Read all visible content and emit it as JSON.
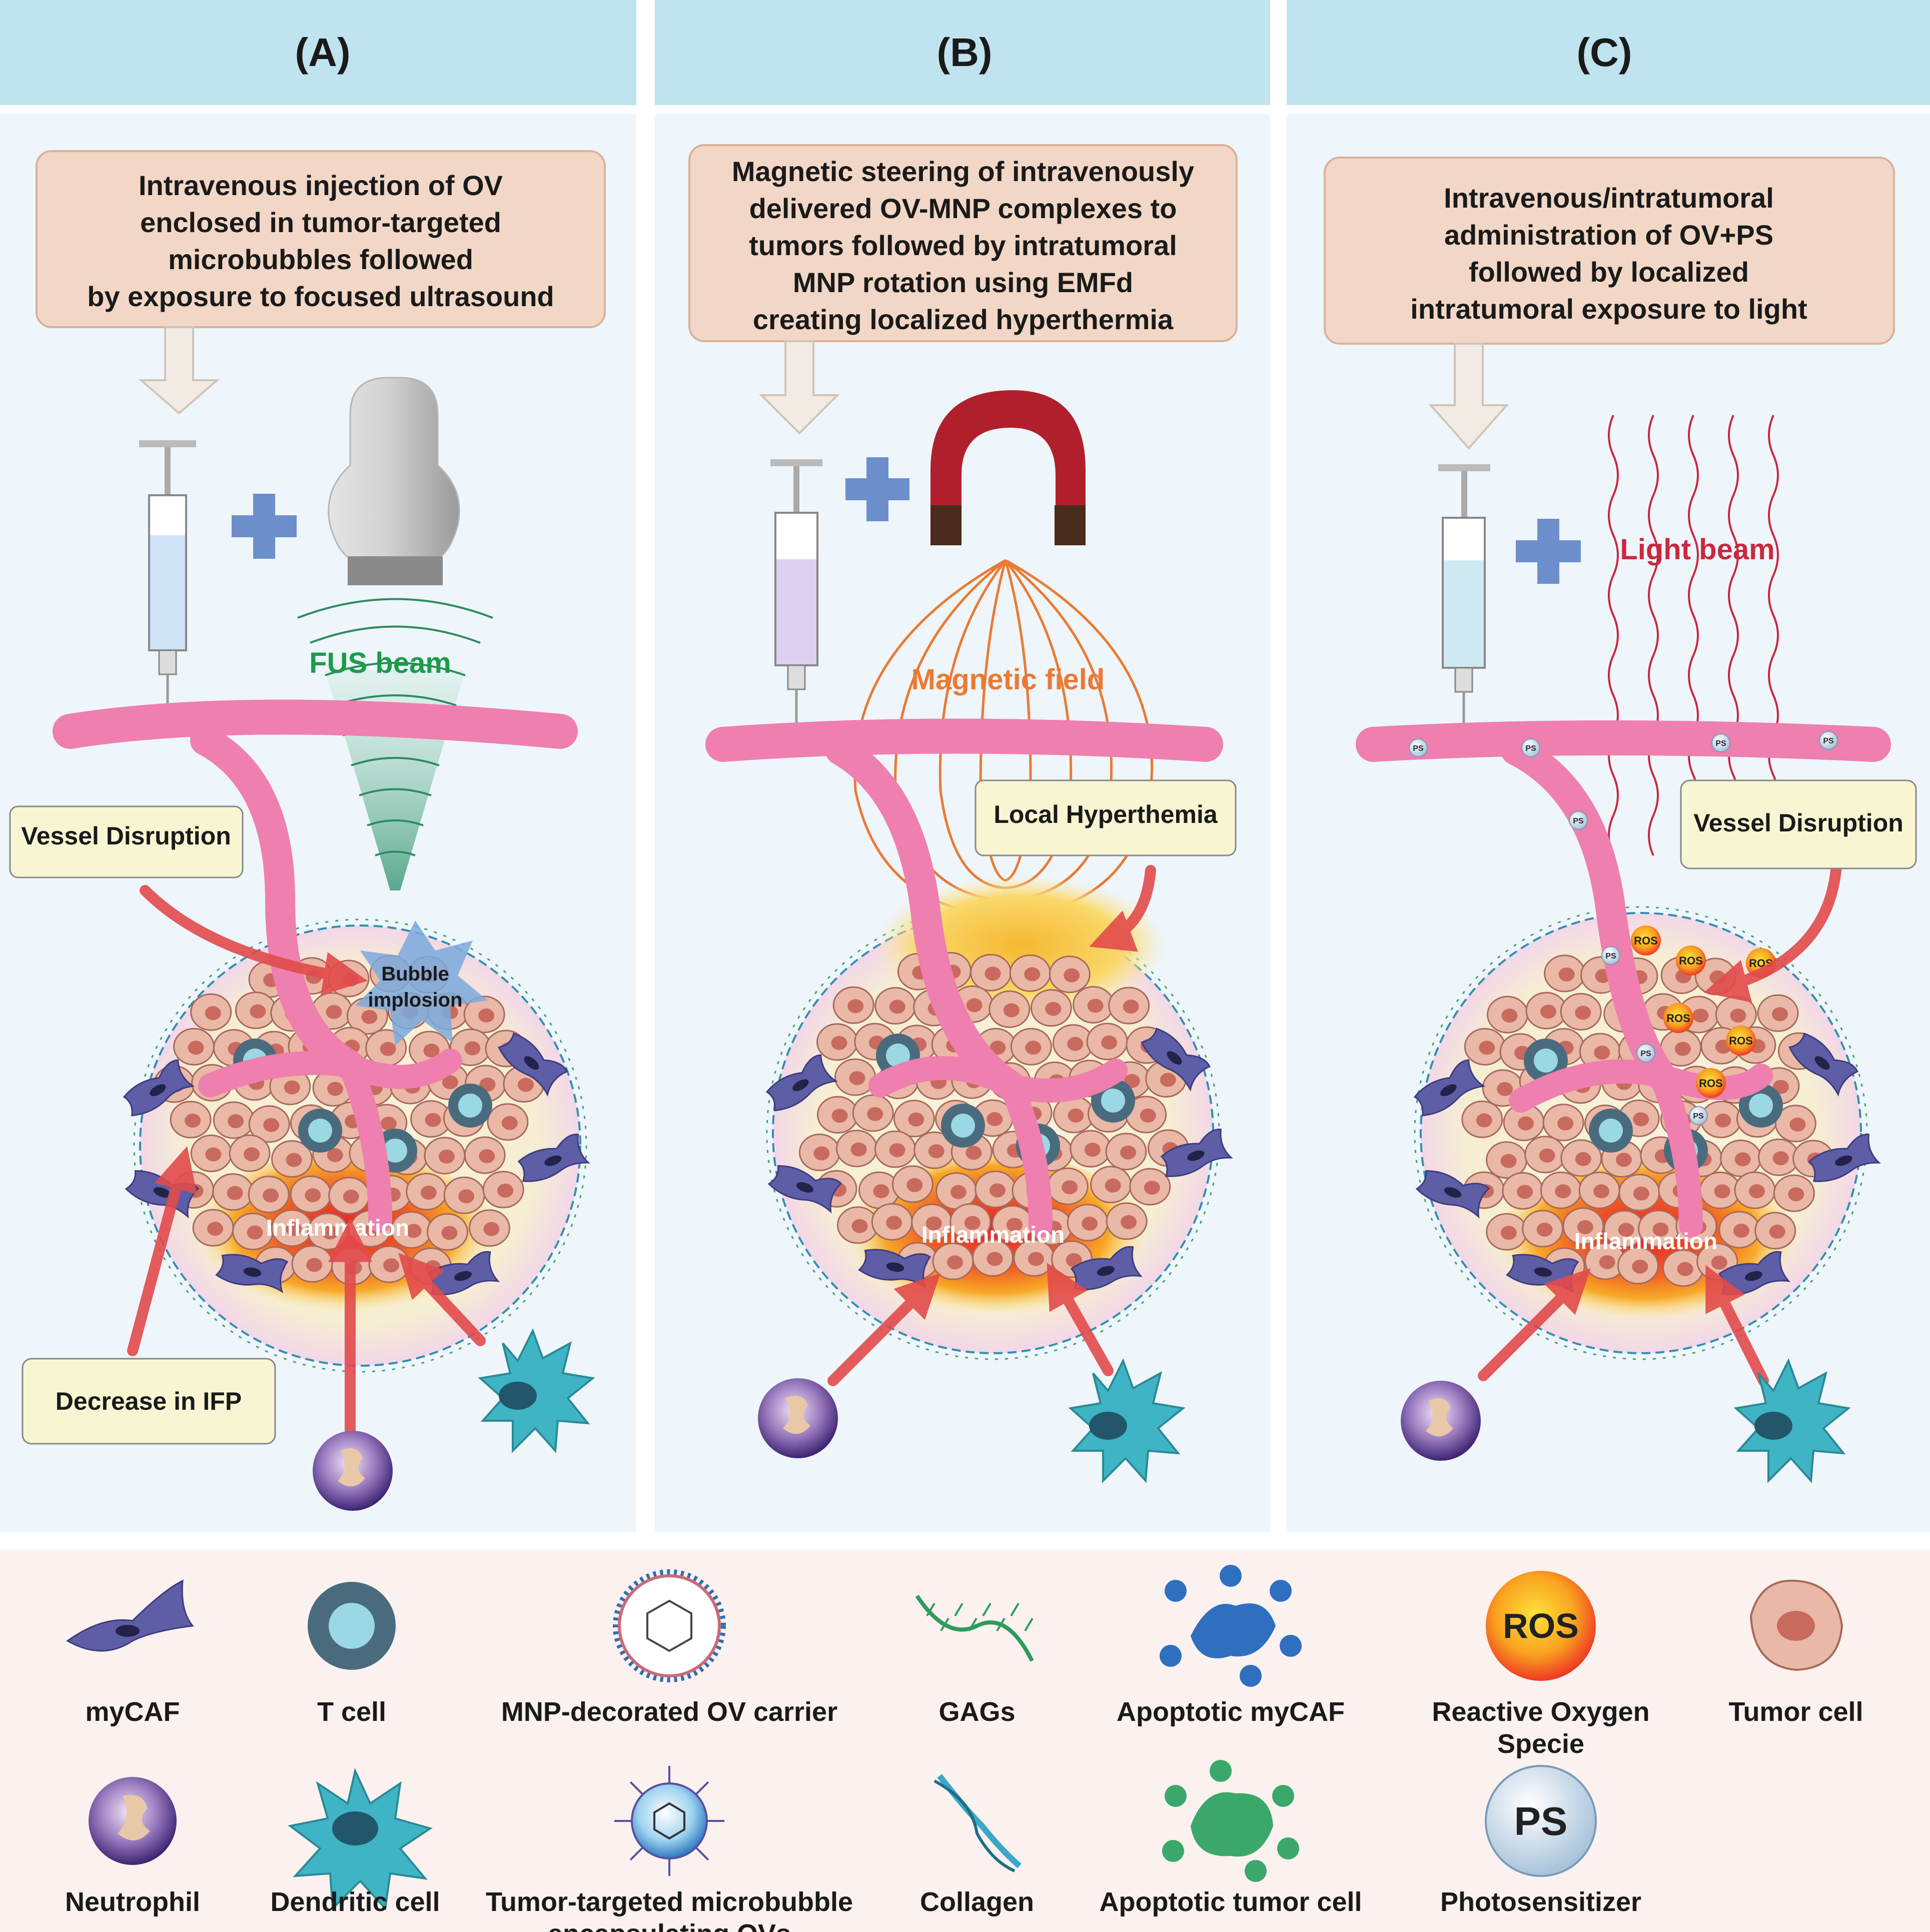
{
  "panels": [
    {
      "letter": "(A)",
      "description": [
        "Intravenous injection of OV",
        "enclosed  in tumor-targeted",
        "microbubbles followed",
        "by exposure to focused ultrasound"
      ],
      "beam_label": "FUS beam",
      "callout": "Vessel Disruption",
      "burst_label": [
        "Bubble",
        "implosion"
      ],
      "inflammation": "Inflammation",
      "ifp_callout": "Decrease in IFP"
    },
    {
      "letter": "(B)",
      "description": [
        "Magnetic steering of intravenously",
        "delivered OV-MNP complexes to",
        "tumors followed by intratumoral",
        "MNP rotation using EMFd",
        "creating localized hyperthermia"
      ],
      "field_label": "Magnetic field",
      "callout": "Local Hyperthemia",
      "inflammation": "Inflammation"
    },
    {
      "letter": "(C)",
      "description": [
        "Intravenous/intratumoral",
        "administration of OV+PS",
        "followed by localized",
        "intratumoral exposure to light"
      ],
      "beam_label": "Light beam",
      "callout": "Vessel Disruption",
      "inflammation": "Inflammation",
      "ros_label": "ROS",
      "ps_label": "PS"
    }
  ],
  "legend": [
    {
      "icon": "mycaf-icon",
      "label": [
        "myCAF"
      ]
    },
    {
      "icon": "t-cell-icon",
      "label": [
        "T cell"
      ]
    },
    {
      "icon": "mnp-carrier-icon",
      "label": [
        "MNP-decorated OV carrier"
      ]
    },
    {
      "icon": "gags-icon",
      "label": [
        "GAGs"
      ]
    },
    {
      "icon": "apoptotic-mycaf-icon",
      "label": [
        "Apoptotic myCAF"
      ]
    },
    {
      "icon": "ros-icon",
      "label": [
        "Reactive Oxygen",
        "Specie"
      ],
      "glyph": "ROS"
    },
    {
      "icon": "tumor-cell-icon",
      "label": [
        "Tumor cell"
      ]
    },
    {
      "icon": "neutrophil-icon",
      "label": [
        "Neutrophil"
      ]
    },
    {
      "icon": "dendritic-cell-icon",
      "label": [
        "Dendritic cell"
      ]
    },
    {
      "icon": "microbubble-icon",
      "label": [
        "Tumor-targeted microbubble",
        "encapsulating OVs"
      ]
    },
    {
      "icon": "collagen-icon",
      "label": [
        "Collagen"
      ]
    },
    {
      "icon": "apoptotic-tumor-cell-icon",
      "label": [
        "Apoptotic tumor cell"
      ]
    },
    {
      "icon": "photosensitizer-icon",
      "label": [
        "Photosensitizer"
      ],
      "glyph": "PS"
    }
  ],
  "colors": {
    "header": "#bfe3ef",
    "panel_bg": "#eef5fb",
    "legend_bg": "#fbf1ef",
    "desc_box": "#f2d7c6",
    "callout_box": "#f8f5d2",
    "vessel": "#ee7fae",
    "tumor_cell": "#eab8a6",
    "tcell": "#4a6b7e",
    "mycaf": "#5e5ea6",
    "plus": "#6c8fcc",
    "arrow": "#e24b4b",
    "beam_text": "#1a9c4a",
    "field_text": "#ea7a34",
    "light_text": "#c8293f",
    "magnet_red": "#b0202c",
    "magnet_dark": "#4a2a1a"
  }
}
